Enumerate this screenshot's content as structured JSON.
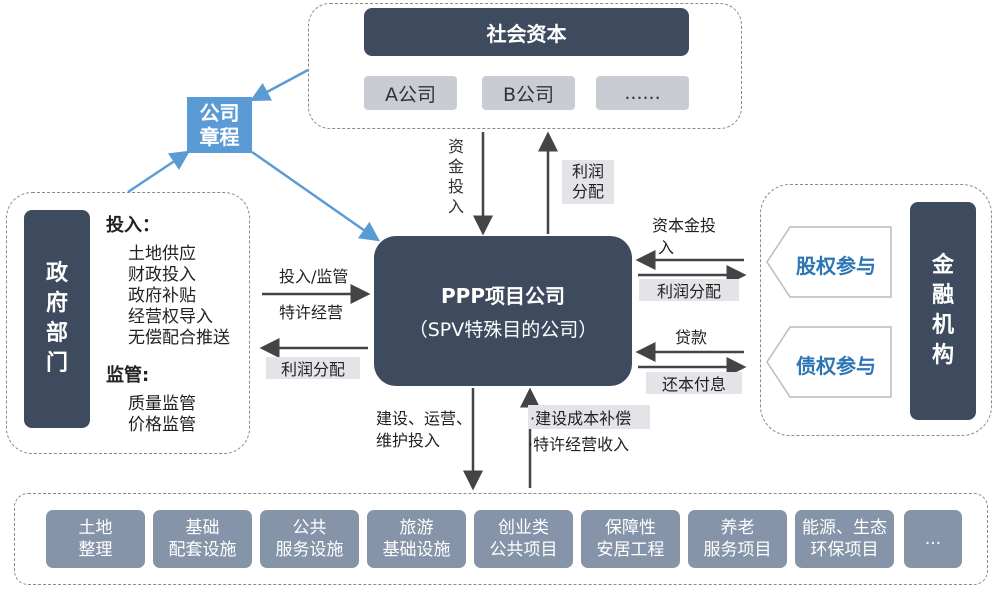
{
  "social_capital": {
    "title": "社会资本",
    "companies": [
      "A公司",
      "B公司",
      "......"
    ]
  },
  "charter": {
    "line1": "公司",
    "line2": "章程"
  },
  "government": {
    "title_chars": [
      "政",
      "府",
      "部",
      "门"
    ],
    "input_heading": "投入：",
    "input_items": [
      "土地供应",
      "财政投入",
      "政府补贴",
      "经营权导入",
      "无偿配合推送"
    ],
    "supervision_heading": "监管:",
    "supervision_items": [
      "质量监管",
      "价格监管"
    ]
  },
  "ppp": {
    "title": "PPP项目公司",
    "subtitle": "（SPV特殊目的公司）"
  },
  "flows": {
    "capital_input": [
      "资",
      "金",
      "投",
      "入"
    ],
    "profit_distribution_top": [
      "利润",
      "分配"
    ],
    "input_supervision": "投入/监管",
    "franchise": "特许经营",
    "profit_distribution_left": "利润分配",
    "capital_investment": [
      "资本金投",
      "入"
    ],
    "profit_distribution_right": "利润分配",
    "loan": "贷款",
    "repayment": "还本付息",
    "construction": [
      "建设、运营、",
      "维护投入"
    ],
    "compensation": [
      "·建设成本补偿",
      "·特许经营收入"
    ]
  },
  "financial": {
    "title_chars": [
      "金",
      "融",
      "机",
      "构"
    ],
    "equity": "股权参与",
    "debt": "债权参与"
  },
  "projects": [
    [
      "土地",
      "整理"
    ],
    [
      "基础",
      "配套设施"
    ],
    [
      "公共",
      "服务设施"
    ],
    [
      "旅游",
      "基础设施"
    ],
    [
      "创业类",
      "公共项目"
    ],
    [
      "保障性",
      "安居工程"
    ],
    [
      "养老",
      "服务项目"
    ],
    [
      "能源、生态",
      "环保项目"
    ],
    [
      "..."
    ]
  ],
  "colors": {
    "dark": "#3e4a5e",
    "chip": "#c9cdd3",
    "blue": "#5b9bd5",
    "project": "#8594a8",
    "equity_text": "#2e75b6"
  }
}
